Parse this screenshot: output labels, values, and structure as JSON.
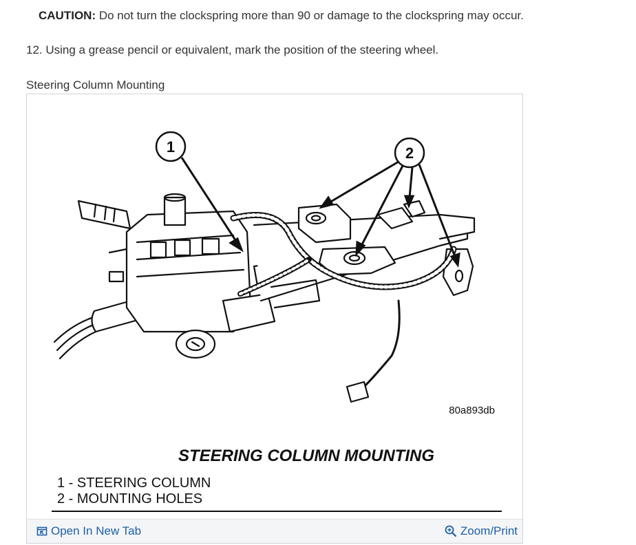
{
  "caution": {
    "label": "CAUTION:",
    "text": " Do not turn the clockspring more than 90 or damage to the clockspring may occur."
  },
  "step": {
    "text": "12. Using a grease pencil or equivalent, mark the position of the steering wheel."
  },
  "figure": {
    "caption": "Steering Column Mounting",
    "callout_1": "1",
    "callout_2": "2",
    "code": "80a893db",
    "title": "STEERING COLUMN MOUNTING",
    "legend_1": "1 - STEERING COLUMN",
    "legend_2": "2 - MOUNTING HOLES"
  },
  "footer": {
    "open_new_tab": "Open In New Tab",
    "zoom_print": "Zoom/Print",
    "link_color": "#1f5fa6",
    "open_icon": "open-in-new-tab-icon",
    "zoom_icon": "zoom-icon"
  }
}
